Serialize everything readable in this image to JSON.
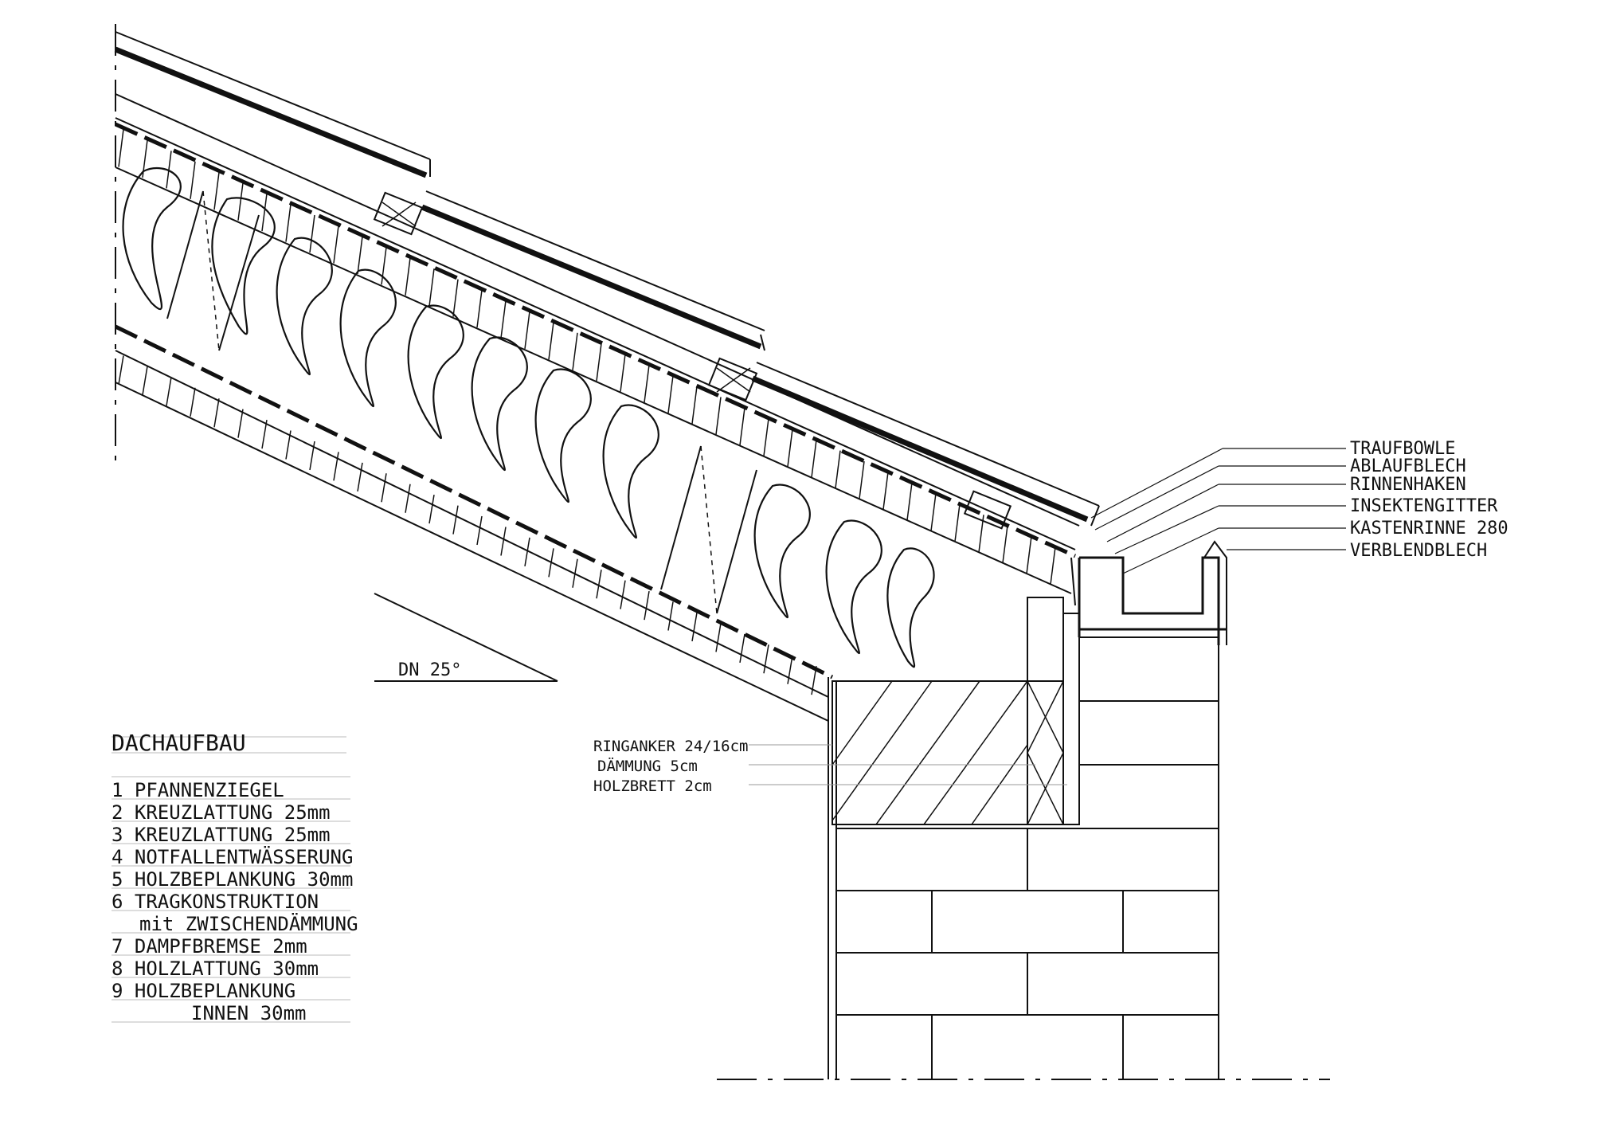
{
  "slope_label": "DN 25°",
  "callouts": [
    "TRAUFBOWLE",
    "ABLAUFBLECH",
    "RINNENHAKEN",
    "INSEKTENGITTER",
    "KASTENRINNE 280",
    "VERBLENDBLECH"
  ],
  "eave_labels": [
    "RINGANKER 24/16cm",
    "DÄMMUNG 5cm",
    "HOLZBRETT 2cm"
  ],
  "legend": {
    "title": "DACHAUFBAU",
    "items": [
      "1 PFANNENZIEGEL",
      "2 KREUZLATTUNG 25mm",
      "3 KREUZLATTUNG 25mm",
      "4 NOTFALLENTWÄSSERUNG",
      "5 HOLZBEPLANKUNG 30mm",
      "6 TRAGKONSTRUKTION",
      "mit ZWISCHENDÄMMUNG",
      "7 DAMPFBREMSE 2mm",
      "8 HOLZLATTUNG 30mm",
      "9 HOLZBEPLANKUNG",
      "INNEN 30mm"
    ]
  }
}
